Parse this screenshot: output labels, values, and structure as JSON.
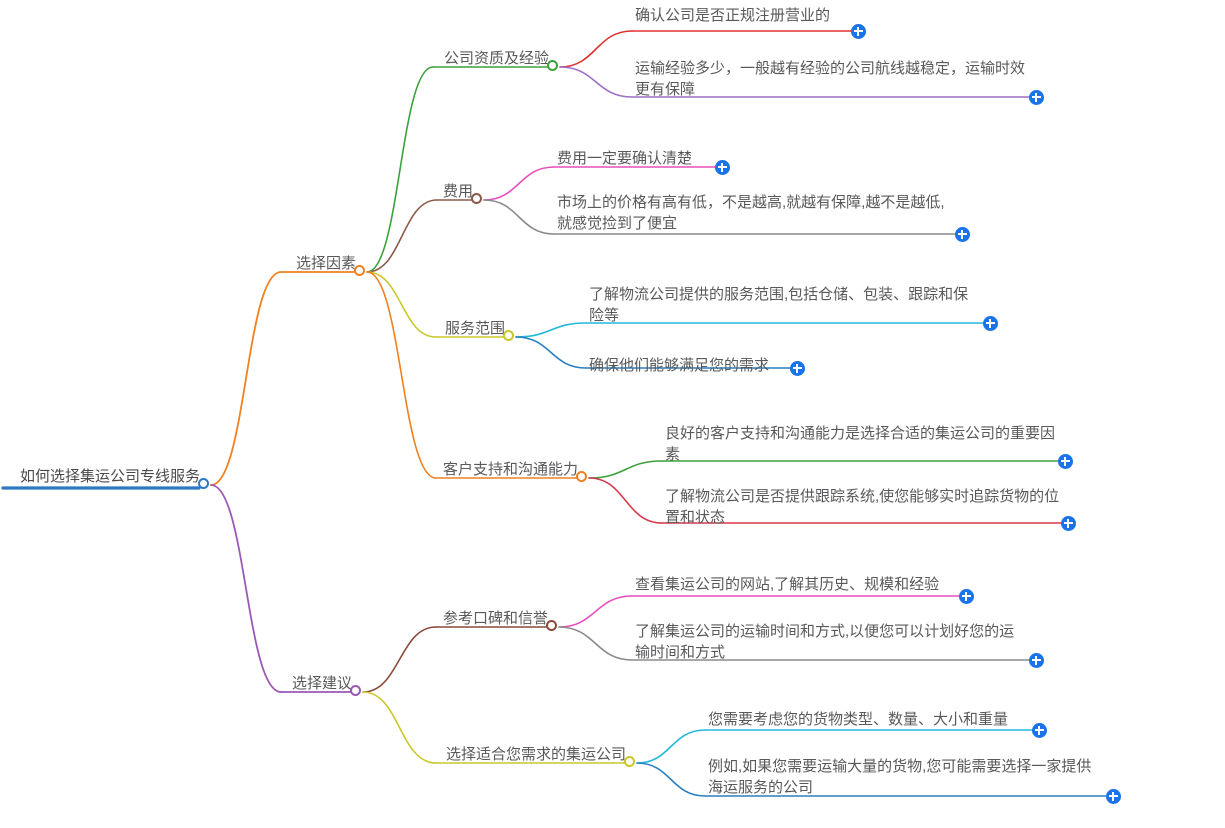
{
  "app": {
    "title": "思维导图"
  },
  "colors": {
    "root": "#2b78c4",
    "branch_orange": "#f08020",
    "branch_purple": "#9b59b6",
    "plus": "#1a73e8",
    "text": "#58595b"
  },
  "mindmap": {
    "root": {
      "label": "如何选择集运公司专线服务",
      "color": "#2b78c4"
    },
    "branches": [
      {
        "label": "选择因素",
        "color": "#f08020",
        "children": [
          {
            "label": "公司资质及经验",
            "color": "#3ba13b",
            "leaves": [
              {
                "text": "确认公司是否正规注册营业的",
                "color": "#e2302f",
                "lines": 1
              },
              {
                "text": "运输经验多少，一般越有经验的公司航线越稳定，运输时效更有保障",
                "color": "#9b6ec8",
                "lines": 2
              }
            ]
          },
          {
            "label": "费用",
            "color": "#8b5a4a",
            "leaves": [
              {
                "text": "费用一定要确认清楚",
                "color": "#e84ec0",
                "lines": 1
              },
              {
                "text": "市场上的价格有高有低，不是越高,就越有保障,越不是越低,就感觉捡到了便宜",
                "color": "#8a8a8a",
                "lines": 2
              }
            ]
          },
          {
            "label": "服务范围",
            "color": "#c9c82a",
            "leaves": [
              {
                "text": "了解物流公司提供的服务范围,包括仓储、包装、跟踪和保险等",
                "color": "#22b8d8",
                "lines": 2
              },
              {
                "text": "确保他们能够满足您的需求",
                "color": "#2a7fc0",
                "lines": 1
              }
            ]
          },
          {
            "label": "客户支持和沟通能力",
            "color": "#f08020",
            "leaves": [
              {
                "text": "良好的客户支持和沟通能力是选择合适的集运公司的重要因素",
                "color": "#3ba13b",
                "lines": 2
              },
              {
                "text": "了解物流公司是否提供跟踪系统,使您能够实时追踪货物的位置和状态",
                "color": "#d9384a",
                "lines": 2
              }
            ]
          }
        ]
      },
      {
        "label": "选择建议",
        "color": "#9b59b6",
        "children": [
          {
            "label": "参考口碑和信誉",
            "color": "#8b4a3a",
            "leaves": [
              {
                "text": "查看集运公司的网站,了解其历史、规模和经验",
                "color": "#e84ec0",
                "lines": 1
              },
              {
                "text": "了解集运公司的运输时间和方式,以便您可以计划好您的运输时间和方式",
                "color": "#8a8a8a",
                "lines": 2
              }
            ]
          },
          {
            "label": "选择适合您需求的集运公司",
            "color": "#c9c82a",
            "leaves": [
              {
                "text": "您需要考虑您的货物类型、数量、大小和重量",
                "color": "#22b8d8",
                "lines": 1
              },
              {
                "text": "例如,如果您需要运输大量的货物,您可能需要选择一家提供海运服务的公司",
                "color": "#2a7fc0",
                "lines": 2
              }
            ]
          }
        ]
      }
    ]
  },
  "expand_buttons": {
    "icon": "plus-icon",
    "count": 12
  }
}
